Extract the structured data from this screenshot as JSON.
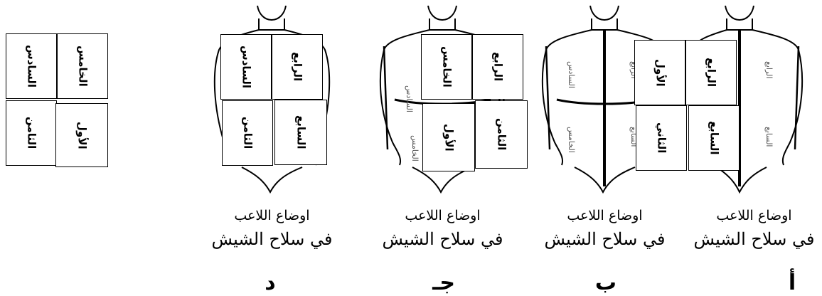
{
  "standalone": {
    "top_left": "السادس",
    "top_right": "الخامس",
    "bottom_left": "الثامن",
    "bottom_right": "الأول"
  },
  "figures": [
    {
      "id": "d",
      "letter": "د",
      "boxes": {
        "top_left": "السادس",
        "top_right": "الرابع",
        "bottom_left": "الثامن",
        "bottom_right": "السابع"
      },
      "caption_line1": "اوضاع اللاعب",
      "caption_line2": "في سلاح الشيش"
    },
    {
      "id": "j",
      "letter": "جـ",
      "boxes": {
        "top_left": "الخامس",
        "top_right": "الرابع",
        "bottom_left": "الأول",
        "bottom_right": "الثامن"
      },
      "caption_line1": "اوضاع اللاعب",
      "caption_line2": "في سلاح الشيش"
    },
    {
      "id": "b",
      "letter": "ب",
      "caption_line1": "اوضاع اللاعب",
      "caption_line2": "في سلاح الشيش"
    },
    {
      "id": "a",
      "letter": "أ",
      "caption_line1": "اوضاع اللاعب",
      "caption_line2": "في سلاح الشيش"
    }
  ],
  "overlap_boxes": {
    "top_left": "الأول",
    "top_right": "الرابع",
    "bottom_left": "الثاني",
    "bottom_right": "السابع"
  },
  "torso_labels": {
    "upper_left": "السادس",
    "upper_right": "الرابع",
    "lower_left": "الخامس",
    "lower_right": "السابع"
  }
}
